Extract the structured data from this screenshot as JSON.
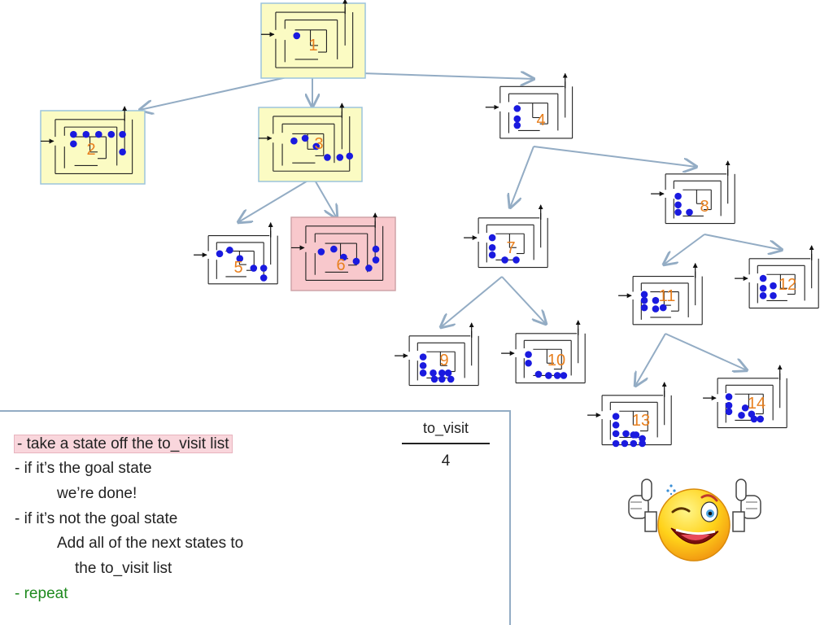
{
  "diagram": {
    "nodes": [
      {
        "id": "1",
        "label": "1",
        "highlight": "visited"
      },
      {
        "id": "2",
        "label": "2",
        "highlight": "visited"
      },
      {
        "id": "3",
        "label": "3",
        "highlight": "visited"
      },
      {
        "id": "4",
        "label": "4",
        "highlight": "none"
      },
      {
        "id": "5",
        "label": "5",
        "highlight": "none"
      },
      {
        "id": "6",
        "label": "6",
        "highlight": "current"
      },
      {
        "id": "7",
        "label": "7",
        "highlight": "none"
      },
      {
        "id": "8",
        "label": "8",
        "highlight": "none"
      },
      {
        "id": "9",
        "label": "9",
        "highlight": "none"
      },
      {
        "id": "10",
        "label": "10",
        "highlight": "none"
      },
      {
        "id": "11",
        "label": "11",
        "highlight": "none"
      },
      {
        "id": "12",
        "label": "12",
        "highlight": "none"
      },
      {
        "id": "13",
        "label": "13",
        "highlight": "none"
      },
      {
        "id": "14",
        "label": "14",
        "highlight": "none"
      }
    ],
    "edges": [
      [
        "1",
        "2"
      ],
      [
        "1",
        "3"
      ],
      [
        "1",
        "4"
      ],
      [
        "3",
        "5"
      ],
      [
        "3",
        "6"
      ],
      [
        "4",
        "7"
      ],
      [
        "4",
        "8"
      ],
      [
        "7",
        "9"
      ],
      [
        "7",
        "10"
      ],
      [
        "8",
        "11"
      ],
      [
        "8",
        "12"
      ],
      [
        "11",
        "13"
      ],
      [
        "11",
        "14"
      ]
    ]
  },
  "rules": {
    "line1": "- take a state off the to_visit list",
    "line2": "- if it’s the goal state",
    "line3": "we’re done!",
    "line4": "- if it’s not the goal state",
    "line5": "Add all of the next states to",
    "line6": "the to_visit list",
    "line7": "- repeat"
  },
  "to_visit": {
    "header": "to_visit",
    "items": [
      "4"
    ]
  },
  "colors": {
    "visited_fill": "#fbfbc3",
    "visited_border": "#9cc4dc",
    "current_fill": "#f8c8cc",
    "current_border": "#cfa4a8",
    "edge": "#93acc4",
    "dot": "#1a1adf",
    "label": "#e8801f",
    "highlight": "#f9d6dc",
    "repeat": "#1e8a1e"
  },
  "icons": {
    "entrance": "right-arrow-icon",
    "exit": "up-arrow-icon",
    "reaction": "winking-thumbs-up-emoji"
  }
}
